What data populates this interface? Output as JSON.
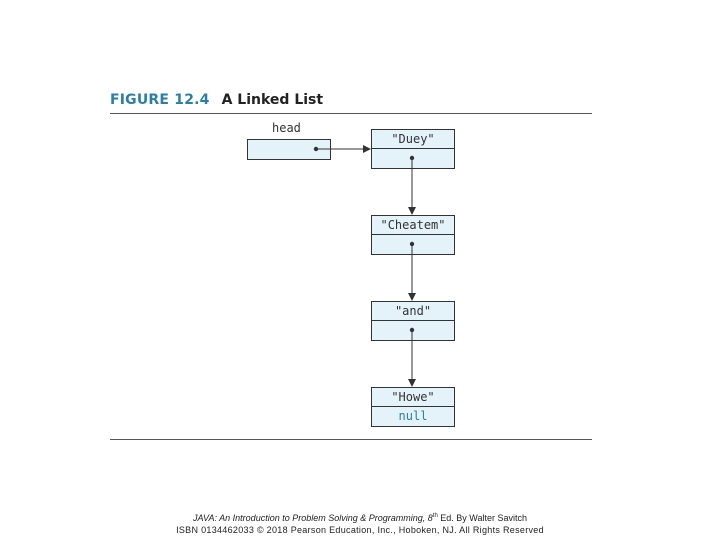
{
  "figure": {
    "number": "FIGURE 12.4",
    "title": "A Linked List"
  },
  "head": {
    "label": "head"
  },
  "nodes": [
    {
      "data": "\"Duey\"",
      "link": ""
    },
    {
      "data": "\"Cheatem\"",
      "link": ""
    },
    {
      "data": "\"and\"",
      "link": ""
    },
    {
      "data": "\"Howe\"",
      "link": "null"
    }
  ],
  "footer": {
    "book_title": "JAVA: An Introduction to Problem Solving & Programming, 8",
    "edition_sup": "th",
    "edition_rest": " Ed. By Walter Savitch",
    "copyright": "ISBN 0134462033 © 2018 Pearson Education, Inc., Hoboken, NJ. All Rights Reserved"
  },
  "colors": {
    "accent": "#2a7fa6",
    "box_fill": "#e4f2fa",
    "line": "#333333"
  }
}
